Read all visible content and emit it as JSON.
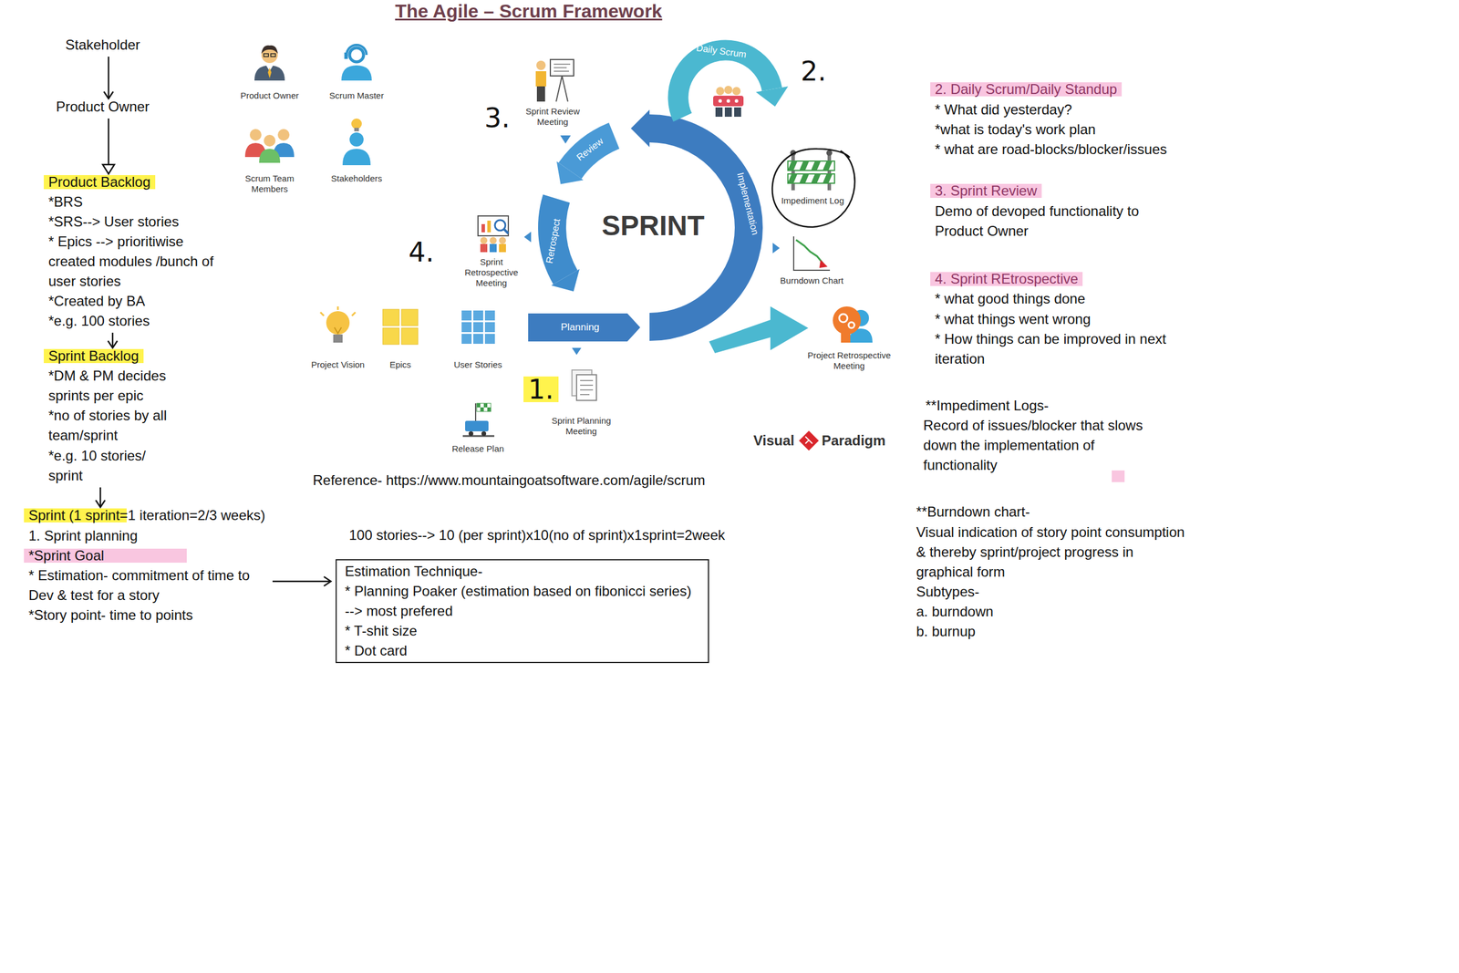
{
  "diagram": {
    "title": "The Agile – Scrum Framework",
    "nodes": [
      {
        "text": [
          "Impediment Log"
        ]
      },
      {
        "text": [
          "Planning"
        ]
      },
      {
        "text": [
          "Estimation Technique-",
          "* Planning Poaker (estimation based on fibonicci series) --> most prefered",
          "* T-shit size",
          "* Dot card"
        ]
      }
    ],
    "labels": [
      "Stakeholder",
      "Product Owner",
      "Product Backlog",
      "*BRS",
      "*SRS--> User stories",
      "* Epics --> prioritiwise created modules /bunch of user stories",
      "*Created by BA",
      "*e.g. 100 stories",
      "Sprint Backlog",
      "*DM & PM decides sprints per epic",
      "*no of stories by all team/sprint",
      "*e.g. 10 stories/ sprint",
      "Sprint (1 sprint=1 iteration=2/3 weeks)",
      "1. Sprint planning",
      "*Sprint Goal",
      "* Estimation- commitment of time to Dev & test for a story",
      "*Story point- time to points",
      "Product Owner",
      "Scrum Master",
      "Scrum Team Members",
      "Stakeholders",
      "Sprint Review Meeting",
      "3.",
      "Daily Scrum",
      "2.",
      "Review",
      "SPRINT",
      "Implementation",
      "Retrospect",
      "Burndown Chart",
      "Sprint Retrospective Meeting",
      "4.",
      "Project Vision",
      "Epics",
      "User Stories",
      "Project Retrospective Meeting",
      "1.",
      "Sprint Planning Meeting",
      "Release Plan",
      "Visual",
      "Paradigm",
      "Reference- https://www.mountaingoatsoftware.com/agile/scrum",
      "100 stories--> 10 (per sprint)x10(no of sprint)x1sprint=2week",
      "2. Daily Scrum/Daily Standup",
      "* What did yesterday?",
      "*what is today's work plan",
      "* what are road-blocks/blocker/issues",
      "3. Sprint Review",
      "Demo of devoped functionality to Product Owner",
      "4. Sprint REtrospective",
      "* what good things done",
      "* what things went wrong",
      "* How things can be improved in next iteration",
      "**Impediment Logs-",
      "Record of issues/blocker that slows down the implementation of functionality",
      "**Burndown chart-",
      "Visual indication of story point consumption & thereby sprint/project progress in graphical form",
      "Subtypes-",
      "a. burndown",
      "b. burnup"
    ]
  }
}
